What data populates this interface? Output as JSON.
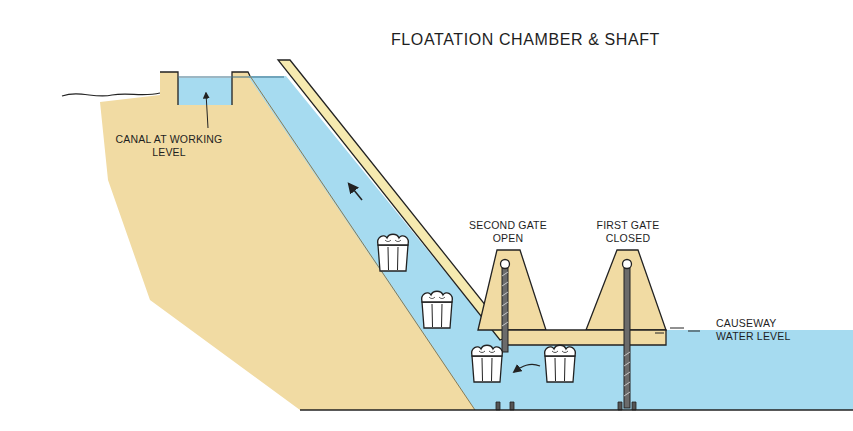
{
  "diagram": {
    "title": "FLOATATION CHAMBER & SHAFT",
    "labels": [
      "CANAL AT WORKING LEVEL",
      "SECOND GATE OPEN",
      "FIRST GATE CLOSED",
      "CAUSEWAY WATER LEVEL"
    ]
  }
}
